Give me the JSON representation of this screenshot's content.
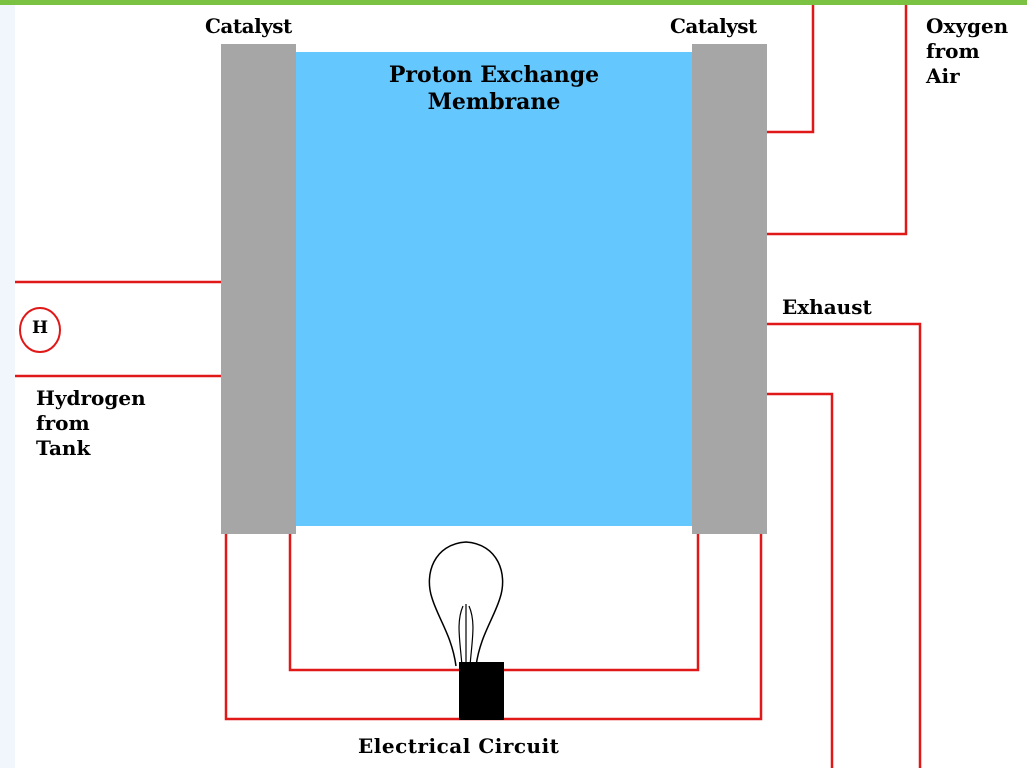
{
  "colors": {
    "membrane": "#64c8ff",
    "catalyst": "#a6a6a6",
    "wire": "#e01818",
    "top_bar": "#7cc242",
    "left_strip": "#f0f6fc",
    "bulb_base": "#000000"
  },
  "labels": {
    "catalyst_left": "Catalyst",
    "catalyst_right": "Catalyst",
    "membrane": "Proton Exchange\nMembrane",
    "oxygen": "Oxygen\nfrom\nAir",
    "exhaust": "Exhaust",
    "hydrogen_symbol": "H",
    "hydrogen_source": "Hydrogen\nfrom\nTank",
    "circuit": "Electrical Circuit"
  },
  "icons": {
    "bulb": "light-bulb-icon",
    "hydrogen": "hydrogen-molecule-icon"
  }
}
